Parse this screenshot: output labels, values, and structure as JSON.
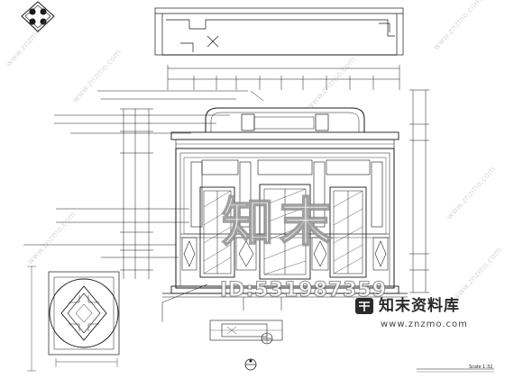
{
  "watermark": {
    "big_text": "知末",
    "id_text": "ID:531987359",
    "brand_name": "知末资料库",
    "brand_url": "www.znzmo.com",
    "tile_text": "www.znzmo.com"
  },
  "footer": {
    "scale_label": "Scale 1:32"
  },
  "colors": {
    "line": "#1a1a1a",
    "watermark_outline": "#777777",
    "background": "#ffffff"
  }
}
